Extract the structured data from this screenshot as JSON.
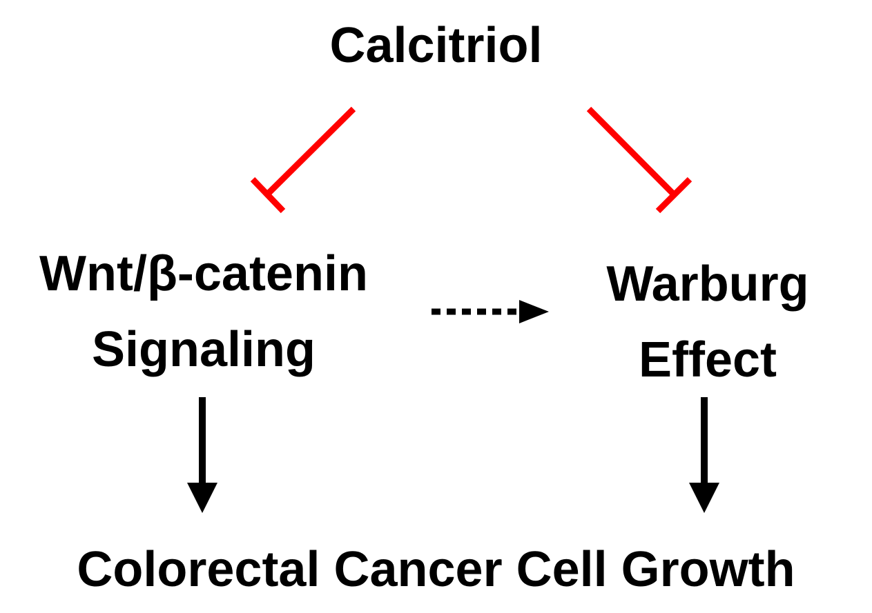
{
  "nodes": {
    "top": "Calcitriol",
    "left_line1": "Wnt/β-catenin",
    "left_line2": "Signaling",
    "right_line1": "Warburg",
    "right_line2": "Effect",
    "bottom": "Colorectal Cancer Cell Growth"
  },
  "colors": {
    "inhibition": "#ff0000",
    "activation": "#000000",
    "text": "#000000",
    "background": "#ffffff"
  },
  "edges": [
    {
      "from": "Calcitriol",
      "to": "Wnt/β-catenin Signaling",
      "type": "inhibition"
    },
    {
      "from": "Calcitriol",
      "to": "Warburg Effect",
      "type": "inhibition"
    },
    {
      "from": "Wnt/β-catenin Signaling",
      "to": "Warburg Effect",
      "type": "dashed-activation"
    },
    {
      "from": "Wnt/β-catenin Signaling",
      "to": "Colorectal Cancer Cell Growth",
      "type": "activation"
    },
    {
      "from": "Warburg Effect",
      "to": "Colorectal Cancer Cell Growth",
      "type": "activation"
    }
  ]
}
